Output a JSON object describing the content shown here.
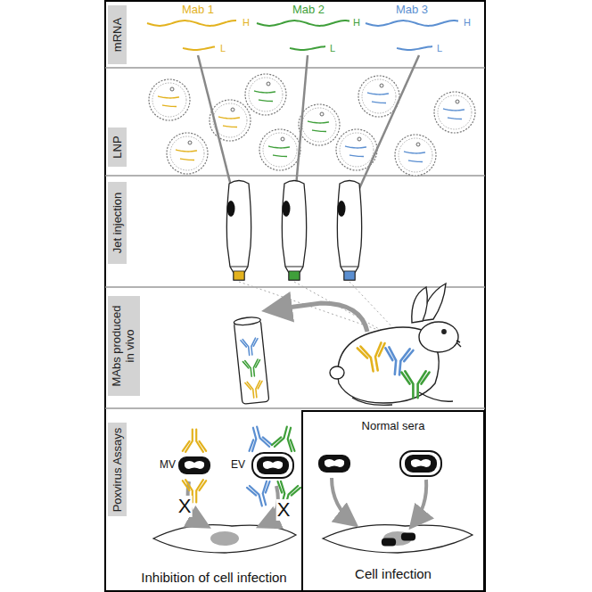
{
  "diagram": {
    "nodes": [
      {
        "text": [
          "mRNA"
        ]
      },
      {
        "text": [
          "LNP"
        ]
      },
      {
        "text": [
          "Jet injection"
        ]
      },
      {
        "text": [
          "MAbs produced in vivo"
        ]
      },
      {
        "text": [
          "Poxvirus Assays"
        ]
      },
      {
        "text": [
          "Normal sera",
          "Cell infection"
        ]
      }
    ],
    "labels": [
      "Mab 1",
      "H",
      "L",
      "Mab 2",
      "H",
      "L",
      "Mab 3",
      "H",
      "L",
      "MV",
      "EV",
      "X",
      "X",
      "Inhibition of cell infection"
    ]
  }
}
